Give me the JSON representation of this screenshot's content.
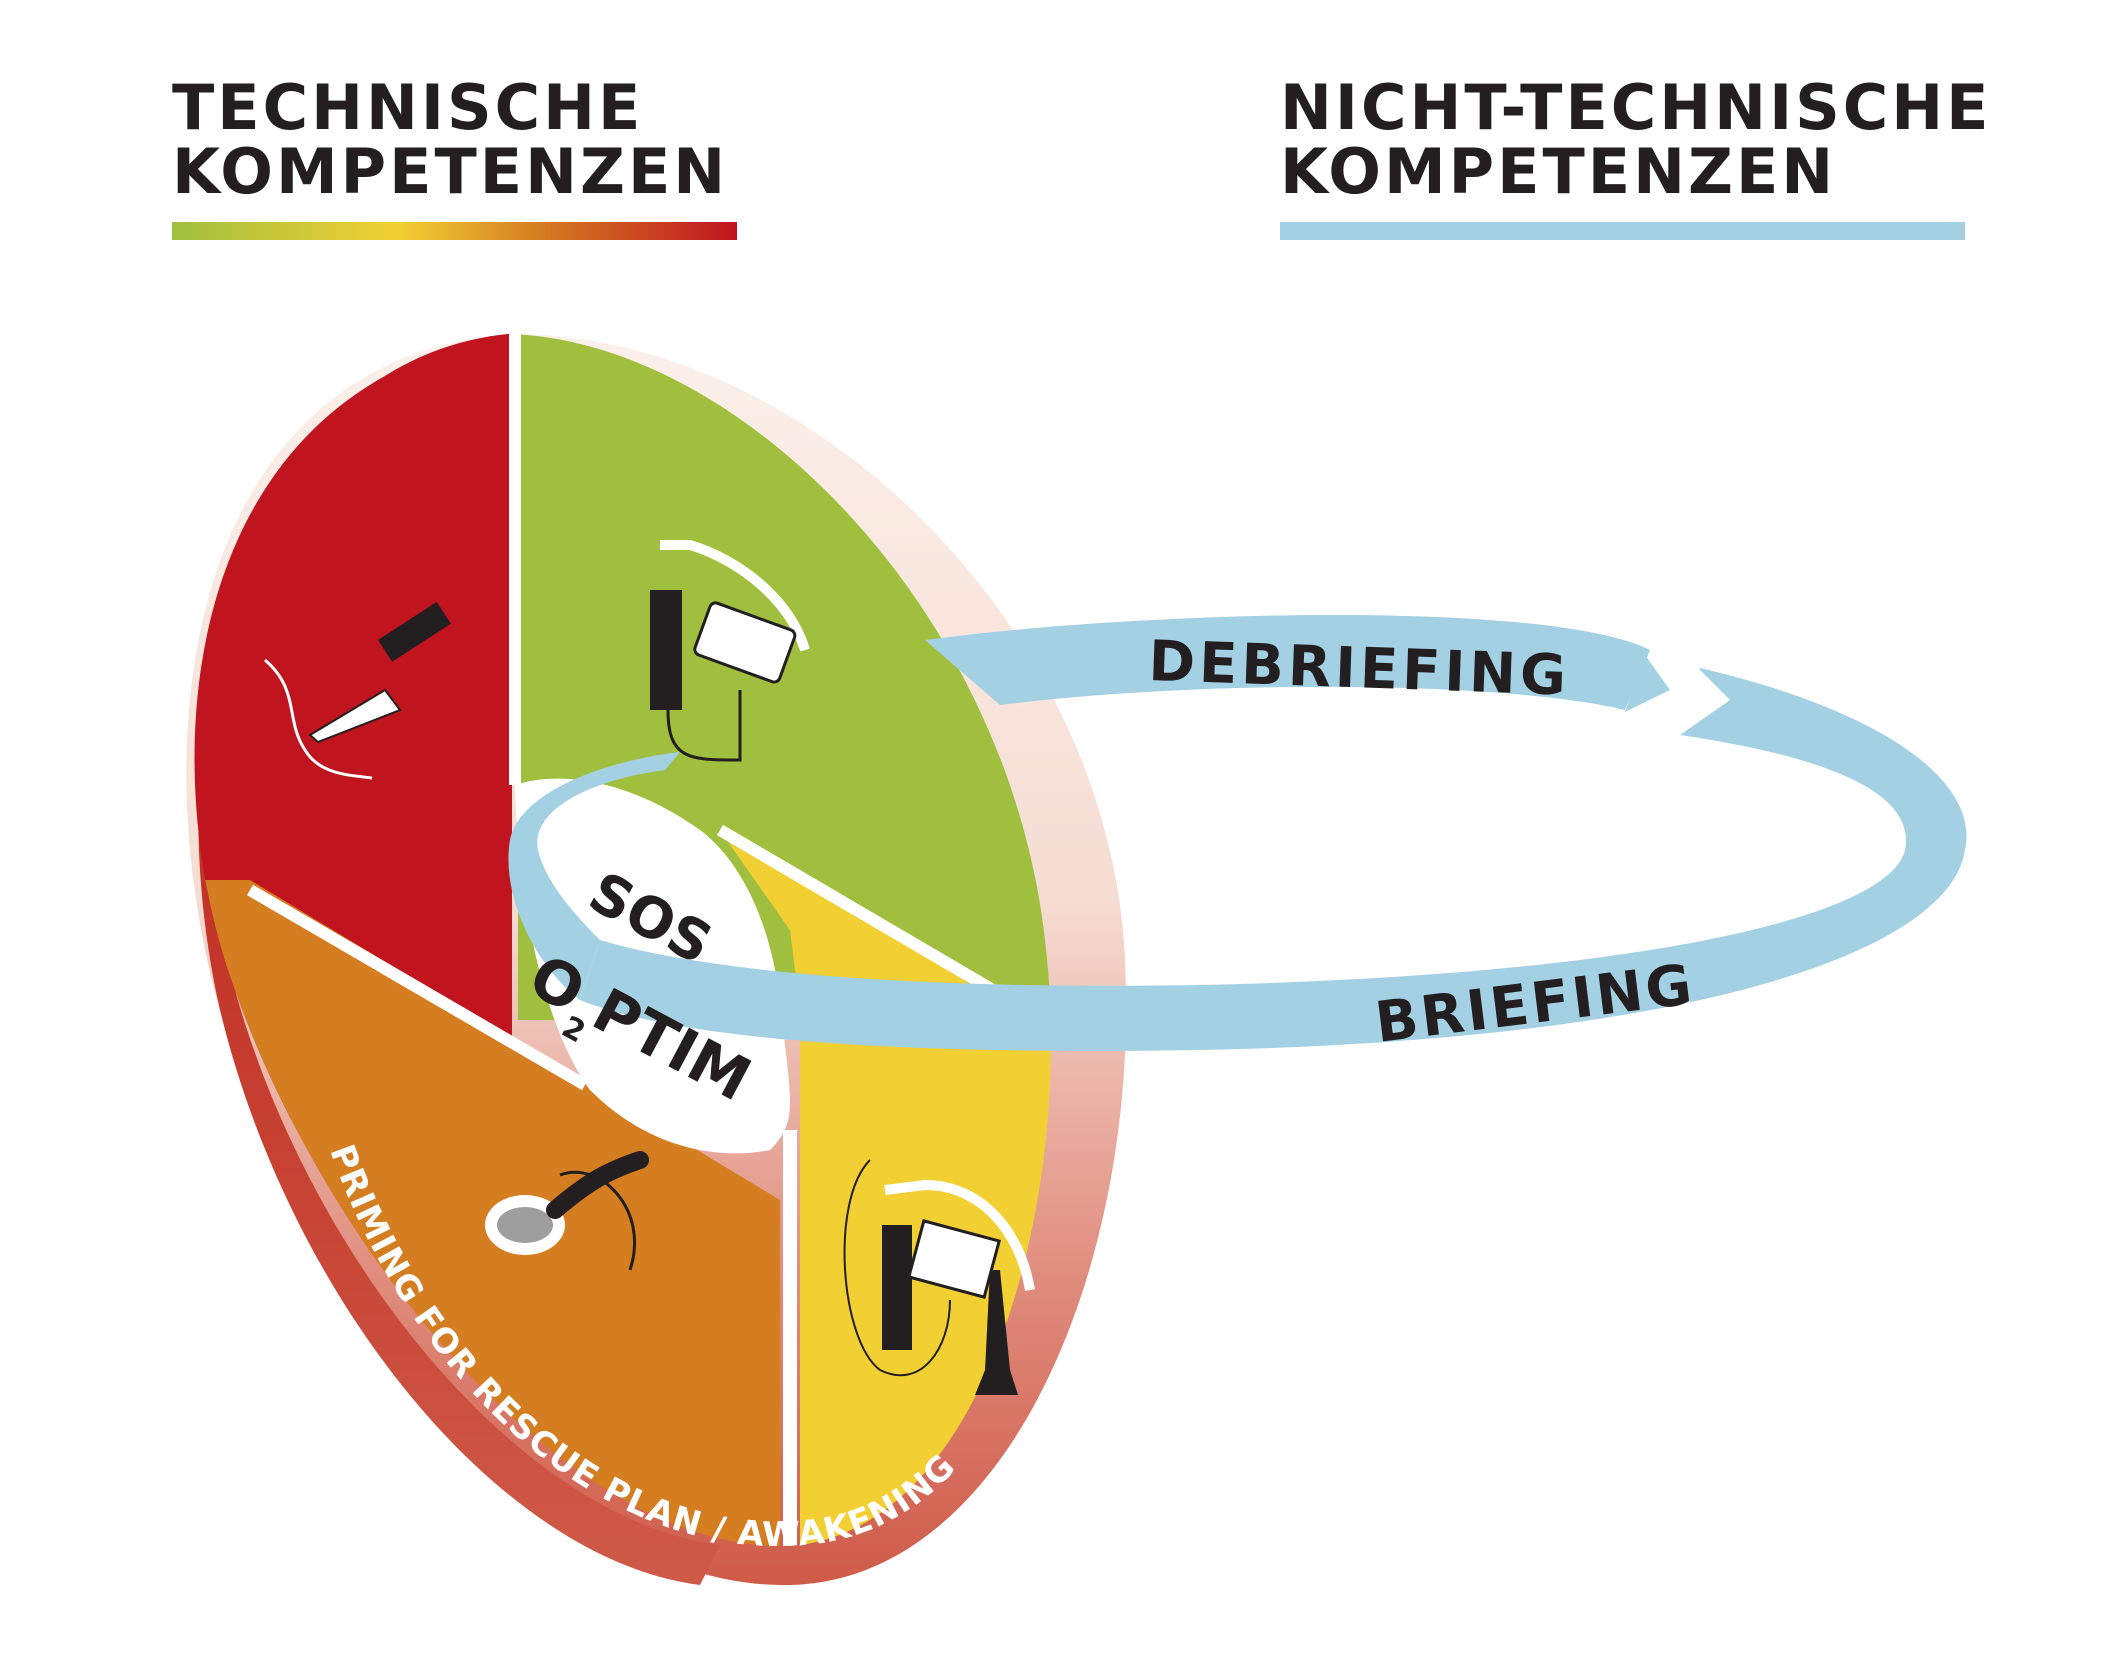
{
  "headings": {
    "technical": {
      "line1": "TECHNISCHE",
      "line2": "KOMPETENZEN"
    },
    "non_technical": {
      "line1": "NICHT-TECHNISCHE",
      "line2": "KOMPETENZEN"
    }
  },
  "colors": {
    "red": "#c0141f",
    "green": "#a1bf3f",
    "yellow": "#f2d033",
    "orange": "#d57d21",
    "rim": "#cf5a48",
    "ring": "#a4d0e4",
    "text": "#231f20"
  },
  "diagram": {
    "center_line1": "SOS",
    "center_o": "O",
    "center_sub": "2",
    "center_rest": "PTIM",
    "debriefing": "DEBRIEFING",
    "briefing": "BRIEFING",
    "rim_text": "PRIMING FOR RESCUE PLAN / AWAKENING"
  },
  "icons": [
    "scalpel-icon",
    "videolaryngoscope-icon",
    "laryngeal-mask-icon",
    "hyperangulated-videolaryngoscope-icon"
  ]
}
